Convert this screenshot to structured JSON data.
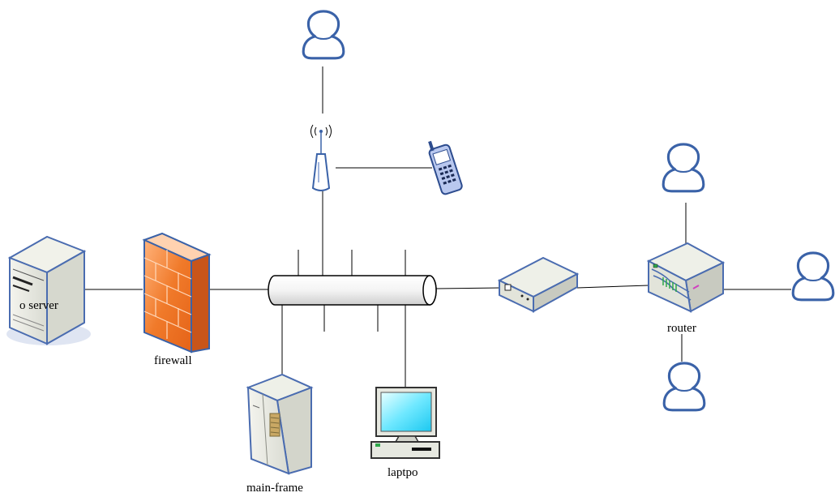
{
  "labels": {
    "server": "o server",
    "firewall": "firewall",
    "mainframe": "main-frame",
    "laptop": "laptpo",
    "router": "router"
  },
  "icons": {
    "server": "server-icon",
    "firewall": "firewall-icon",
    "bus": "network-bus-icon",
    "mainframe": "mainframe-icon",
    "workstation": "workstation-icon",
    "access_point": "wireless-access-point-icon",
    "phone": "mobile-phone-icon",
    "modem": "modem-icon",
    "router": "router-icon",
    "user": "user-icon"
  },
  "colors": {
    "user_outline": "#3a62a8",
    "firewall": "#f07a2a",
    "device_blue": "#4a6cb0",
    "device_body": "#e9ebe3",
    "screen": "#3fdcff"
  }
}
